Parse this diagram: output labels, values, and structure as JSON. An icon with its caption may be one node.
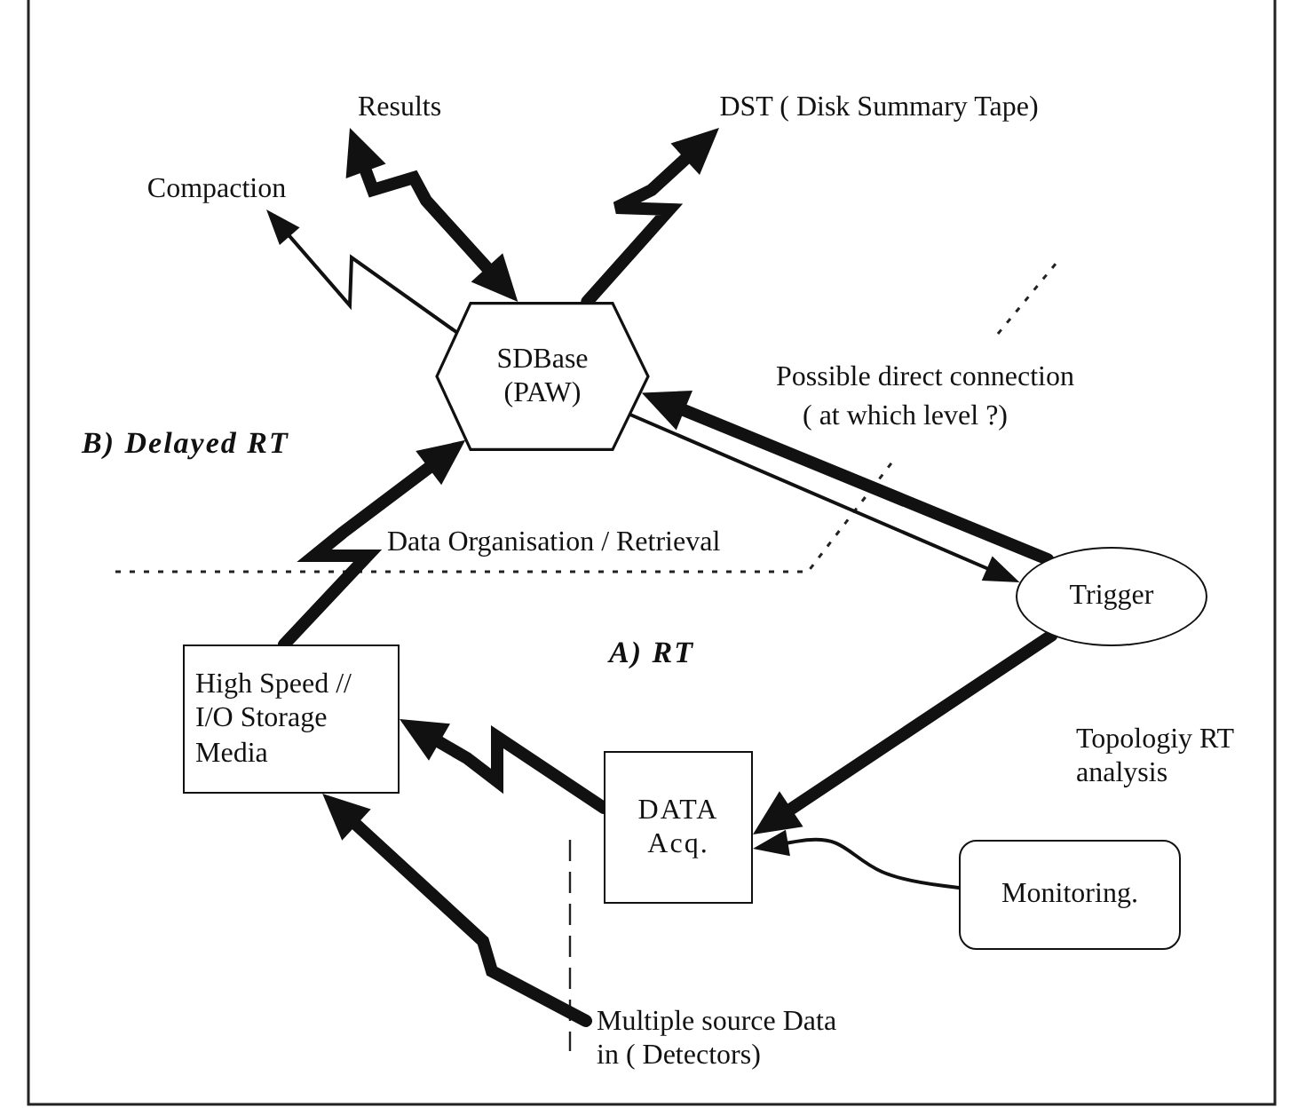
{
  "diagram": {
    "nodes": [
      {
        "text": [
          "Results"
        ]
      },
      {
        "text": [
          "Compaction"
        ]
      },
      {
        "text": [
          "DST ( Disk Summary Tape)"
        ]
      },
      {
        "text": [
          "SDBase (PAW)"
        ]
      },
      {
        "text": [
          "Trigger"
        ]
      },
      {
        "text": [
          "High Speed // I/O Storage Media"
        ]
      },
      {
        "text": [
          "DATA Acq."
        ]
      },
      {
        "text": [
          "Monitoring."
        ]
      },
      {
        "text": [
          "Multiple source Data in ( Detectors)"
        ]
      }
    ],
    "edges": [
      {
        "from": 3,
        "to": 0,
        "arrow": "both"
      },
      {
        "from": 3,
        "to": 1,
        "arrow": "to"
      },
      {
        "from": 3,
        "to": 2,
        "arrow": "to"
      },
      {
        "from": 5,
        "to": 3,
        "arrow": "to"
      },
      {
        "from": 4,
        "to": 3,
        "arrow": "to"
      },
      {
        "from": 3,
        "to": 4,
        "arrow": "to"
      },
      {
        "from": 4,
        "to": 6,
        "arrow": "to"
      },
      {
        "from": 7,
        "to": 6,
        "arrow": "to"
      },
      {
        "from": 6,
        "to": 5,
        "arrow": "to"
      },
      {
        "from": 8,
        "to": 5,
        "arrow": "to"
      }
    ],
    "labels": [
      "B) Delayed RT",
      "Possible direct connection",
      "( at which level ?)",
      "Data Organisation / Retrieval",
      "A) RT",
      "Topologiy RT analysis"
    ]
  }
}
